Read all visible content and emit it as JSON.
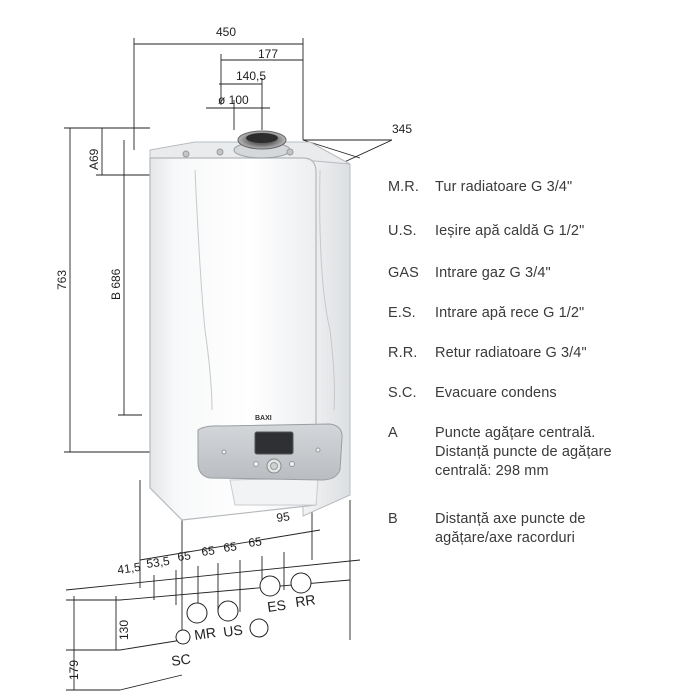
{
  "dimensions": {
    "width_total": "450",
    "flue_offset": "177",
    "flue_offset_inner": "140,5",
    "flue_diameter": "ø 100",
    "depth": "345",
    "height_total": "763",
    "a_label": "A69",
    "b_label": "B 686",
    "bottom": [
      "41,5",
      "53,5",
      "65",
      "65",
      "65",
      "65",
      "95"
    ],
    "depth_130": "130",
    "depth_179": "179"
  },
  "connections": {
    "mr": "MR",
    "us": "US",
    "es": "ES",
    "rr": "RR",
    "sc": "SC"
  },
  "brand": "BAXI",
  "legend": [
    {
      "code": "M.R.",
      "desc": "Tur radiatoare G 3/4\""
    },
    {
      "code": "U.S.",
      "desc": "Ieșire apă caldă G 1/2\""
    },
    {
      "code": "GAS",
      "desc": "Intrare gaz G 3/4\""
    },
    {
      "code": "E.S.",
      "desc": "Intrare apă rece G 1/2\""
    },
    {
      "code": "R.R.",
      "desc": "Retur radiatoare G 3/4\""
    },
    {
      "code": "S.C.",
      "desc": "Evacuare condens"
    },
    {
      "code": "A",
      "desc_lines": [
        "Puncte agățare centrală.",
        "Distanță puncte de agățare",
        "centrală: 298 mm"
      ]
    },
    {
      "code": "B",
      "desc_lines": [
        "Distanță axe puncte de",
        "agățare/axe racorduri"
      ]
    }
  ]
}
